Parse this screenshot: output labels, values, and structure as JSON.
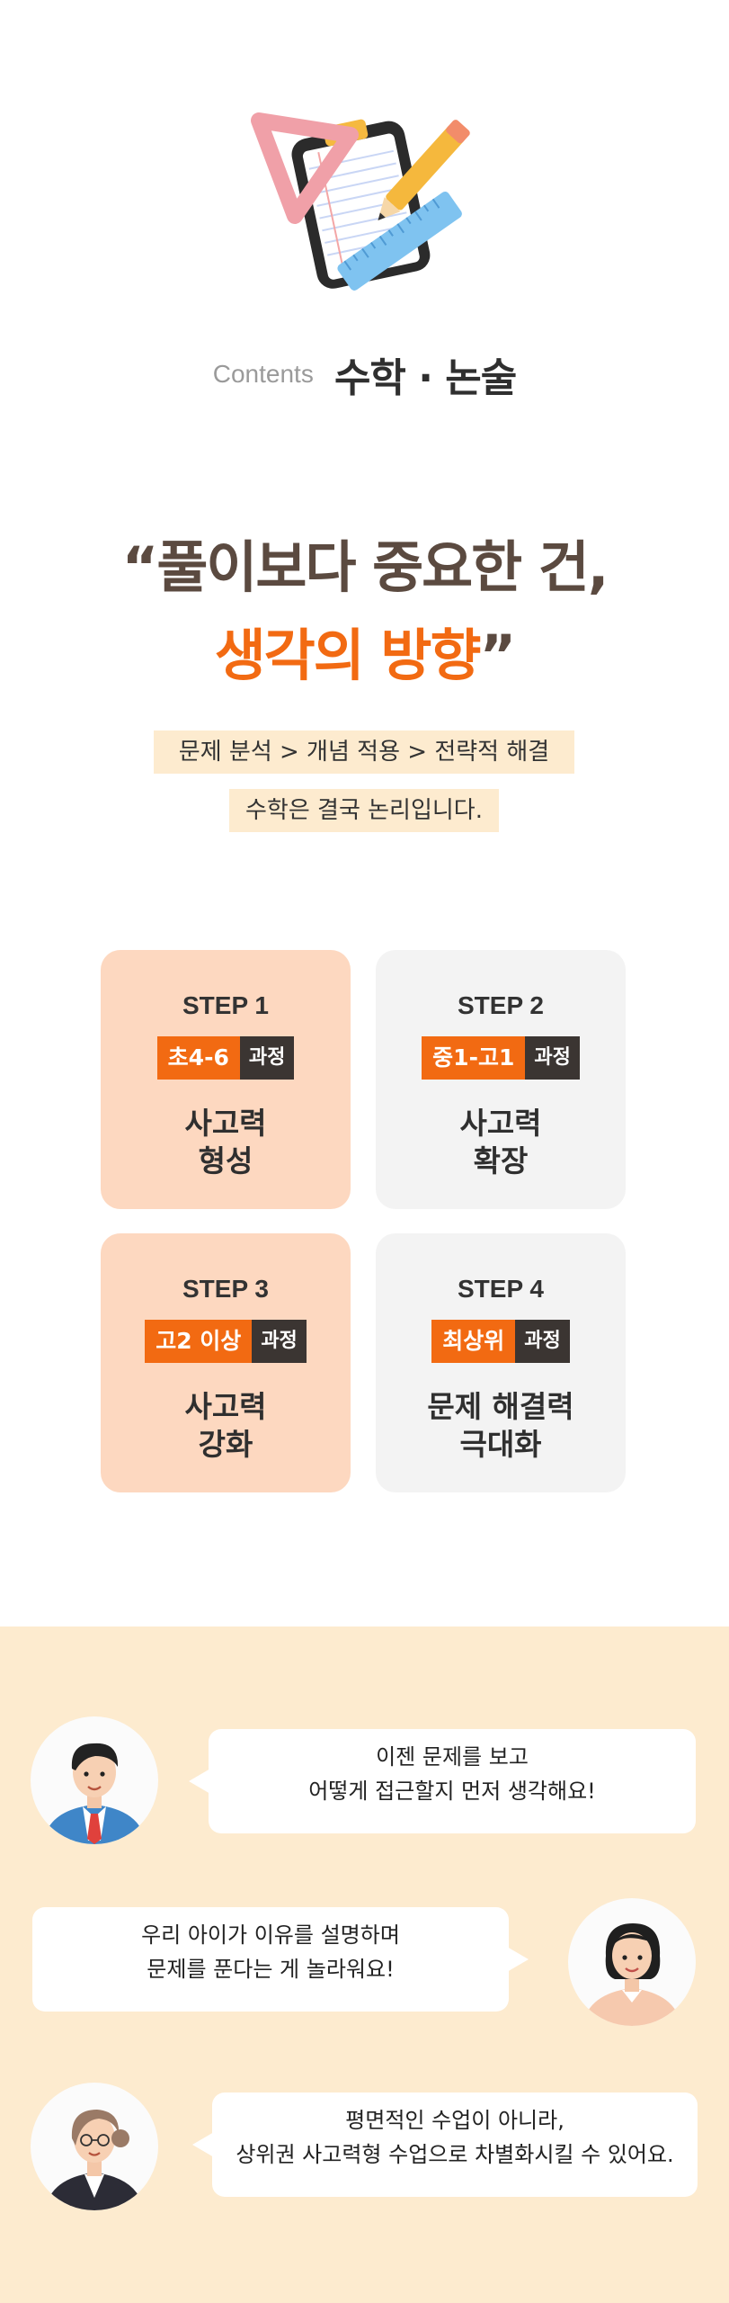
{
  "header": {
    "contents_label": "Contents",
    "title": "수학 · 논술"
  },
  "headline": {
    "line1": "“풀이보다 중요한 건,",
    "line2": "생각의 방향",
    "line2_quote": "”"
  },
  "highlights": {
    "process": "문제 분석 > 개념 적용 > 전략적 해결",
    "summary": "수학은 결국 논리입니다."
  },
  "steps": [
    {
      "label": "STEP 1",
      "level": "초4-6",
      "course": "과정",
      "desc_line1": "사고력",
      "desc_line2": "형성"
    },
    {
      "label": "STEP 2",
      "level": "중1-고1",
      "course": "과정",
      "desc_line1": "사고력",
      "desc_line2": "확장"
    },
    {
      "label": "STEP 3",
      "level": "고2 이상",
      "course": "과정",
      "desc_line1": "사고력",
      "desc_line2": "강화"
    },
    {
      "label": "STEP 4",
      "level": "최상위",
      "course": "과정",
      "desc_line1": "문제 해결력",
      "desc_line2": "극대화"
    }
  ],
  "reviews": [
    {
      "line1": "이젠 문제를 보고",
      "line2": "어떻게 접근할지 먼저 생각해요!",
      "avatar_icon": "student-boy-avatar-icon"
    },
    {
      "line1": "우리 아이가 이유를 설명하며",
      "line2": "문제를 푼다는 게 놀라워요!",
      "avatar_icon": "parent-mother-avatar-icon"
    },
    {
      "line1": "평면적인 수업이 아니라,",
      "line2": "상위권 사고력형 수업으로 차별화시킬 수 있어요.",
      "avatar_icon": "teacher-avatar-icon"
    }
  ],
  "colors": {
    "accent": "#f26a12",
    "headline_brown": "#5b4a40",
    "peach_card": "#fdd8c0",
    "gray_card": "#f3f3f3",
    "cream_bg": "#fdebcf",
    "badge_dark": "#3b3532"
  }
}
